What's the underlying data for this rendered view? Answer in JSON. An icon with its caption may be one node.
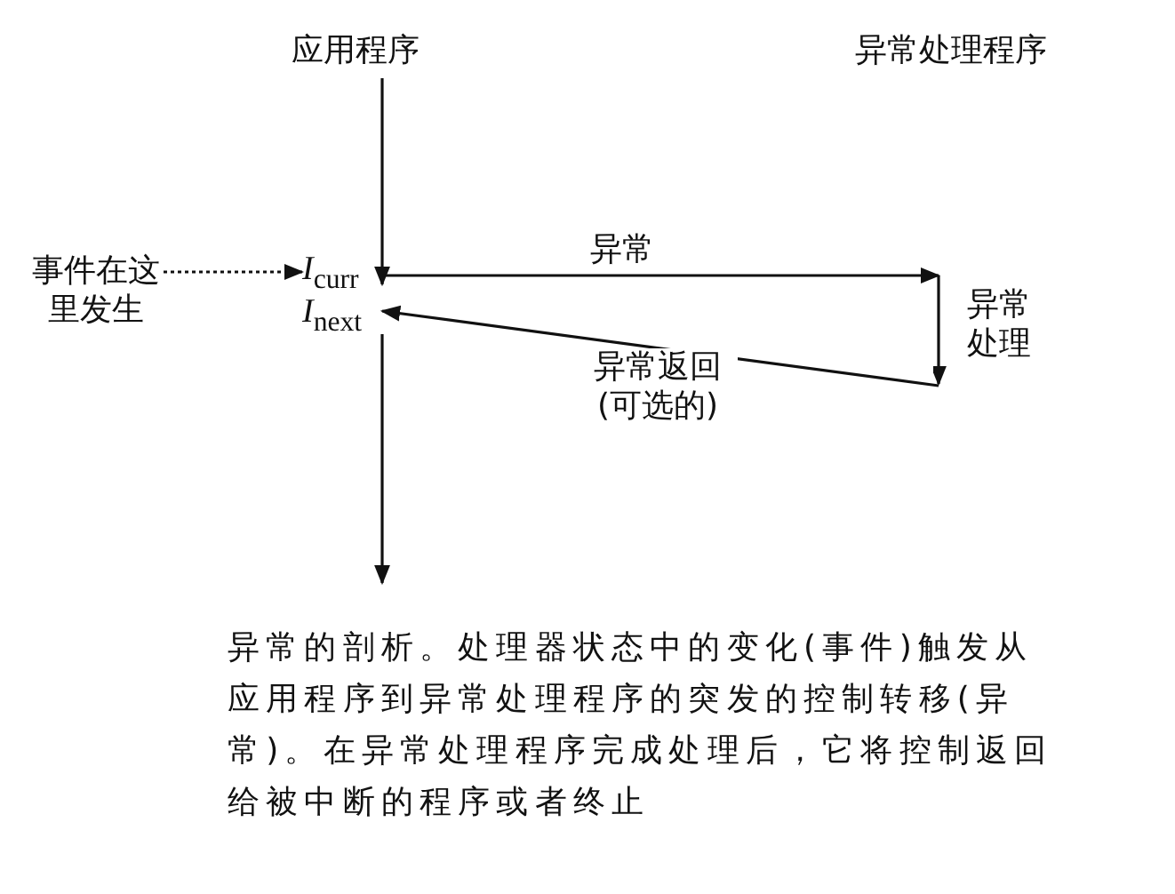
{
  "diagram": {
    "caption": "异常的剖析。处理器状态中的变化(事件)触发从应用程序到异常处理程序的突发的控制转移(异常)。在异常处理程序完成处理后，它将控制返回给被中断的程序或者终止",
    "nodes": [
      {
        "text": [
          "应用程序"
        ]
      },
      {
        "text": [
          "事件在这里发生"
        ]
      },
      {
        "text": [
          "*I*$_{curr}$"
        ]
      },
      {
        "text": [
          "*I*$_{next}$"
        ]
      },
      {
        "text": [
          "异常处理"
        ]
      }
    ],
    "edges": [
      {
        "from": 0,
        "to": 2,
        "arrow": "to"
      },
      {
        "from": 1,
        "to": 2,
        "arrow": "to",
        "style": "dashed"
      },
      {
        "from": 2,
        "to": 4,
        "arrow": "to",
        "label": "异常"
      },
      {
        "from": 4,
        "to": 3,
        "arrow": "to",
        "label": "异常返回 (可选的)"
      },
      {
        "from": 3,
        "to": null,
        "arrow": "to"
      }
    ],
    "labels": [
      "异常处理程序"
    ]
  }
}
